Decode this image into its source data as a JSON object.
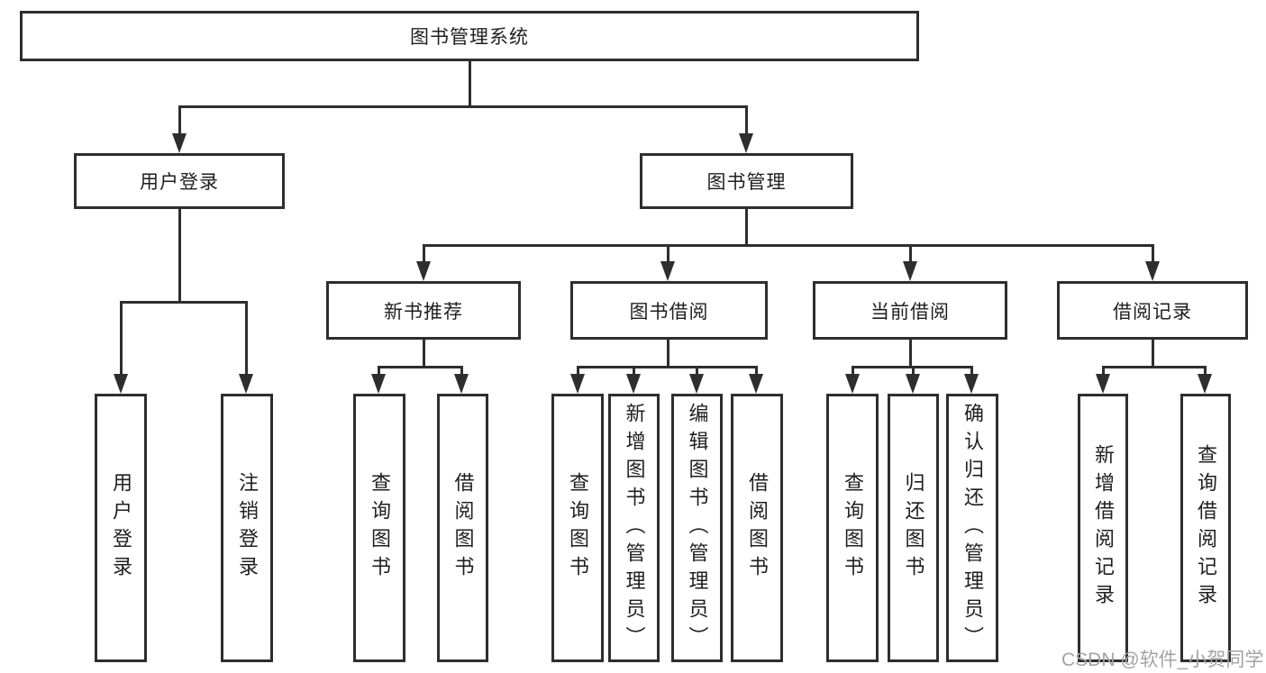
{
  "diagram_type": "hierarchy",
  "tree": {
    "label": "图书管理系统",
    "children": [
      {
        "label": "用户登录",
        "children": [
          {
            "label": "用户登录"
          },
          {
            "label": "注销登录"
          }
        ]
      },
      {
        "label": "图书管理",
        "children": [
          {
            "label": "新书推荐",
            "children": [
              {
                "label": "查询图书"
              },
              {
                "label": "借阅图书"
              }
            ]
          },
          {
            "label": "图书借阅",
            "children": [
              {
                "label": "查询图书"
              },
              {
                "label": "新增图书（管理员）"
              },
              {
                "label": "编辑图书（管理员）"
              },
              {
                "label": "借阅图书"
              }
            ]
          },
          {
            "label": "当前借阅",
            "children": [
              {
                "label": "查询图书"
              },
              {
                "label": "归还图书"
              },
              {
                "label": "确认归还（管理员）"
              }
            ]
          },
          {
            "label": "借阅记录",
            "children": [
              {
                "label": "新增借阅记录"
              },
              {
                "label": "查询借阅记录"
              }
            ]
          }
        ]
      }
    ]
  },
  "watermark": {
    "text": "CSDN @软件_小贺同学"
  },
  "colors": {
    "line": "#2e2e2e",
    "box_border": "#2e2e2e",
    "background": "#ffffff",
    "text": "#1f1f1f",
    "watermark": "#a3a3a3"
  }
}
